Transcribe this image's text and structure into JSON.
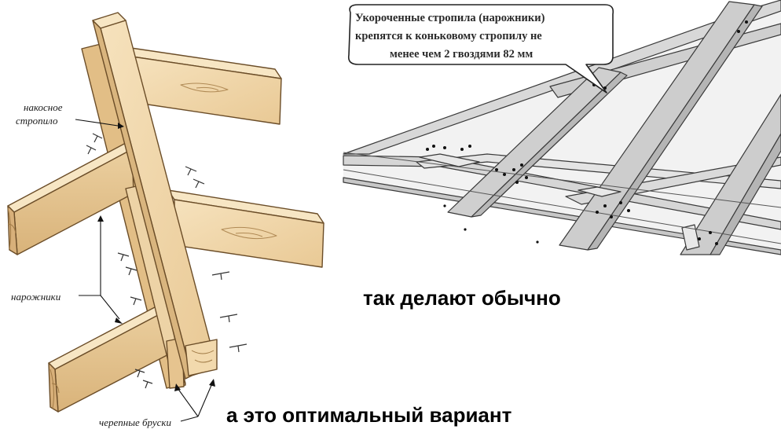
{
  "left_diagram": {
    "label_hip_rafter_line1": "накосное",
    "label_hip_rafter_line2": "стропило",
    "label_jack_rafters": "нарожники",
    "label_skull_bars": "черепные бруски"
  },
  "right_diagram": {
    "callout_line1": "Укороченные стропила (нарожники)",
    "callout_line2": "крепятся к коньковому стропилу не",
    "callout_line3": "менее чем 2 гвоздями 82 мм"
  },
  "captions": {
    "usual": "так делают обычно",
    "optimal": "а это оптимальный вариант"
  },
  "colors": {
    "wood_light": "#f3dcb2",
    "wood_mid": "#e8c690",
    "wood_edge": "#7a5a30",
    "drawing_gray": "#cfcfcf"
  }
}
